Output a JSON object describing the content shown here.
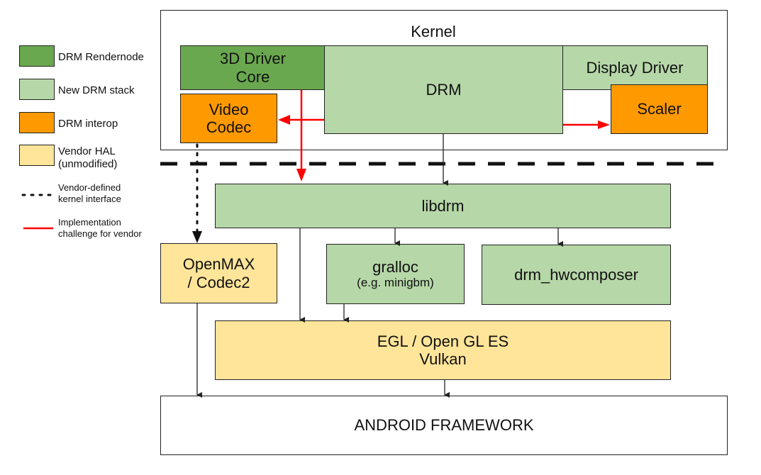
{
  "colors": {
    "drm_rendernode": "#6aa84f",
    "new_drm_stack": "#b6d7a8",
    "drm_interop": "#ff9900",
    "vendor_hal": "#ffe599",
    "challenge_line": "#ff0000",
    "line": "#222222"
  },
  "legend": {
    "items": [
      {
        "label": "DRM Rendernode",
        "color": "#6aa84f"
      },
      {
        "label": "New DRM stack",
        "color": "#b6d7a8"
      },
      {
        "label": "DRM interop",
        "color": "#ff9900"
      },
      {
        "label": "Vendor HAL\n(unmodified)",
        "line1": "Vendor HAL",
        "line2": "(unmodified)",
        "color": "#ffe599"
      }
    ],
    "dotted": {
      "line1": "Vendor-defined",
      "line2": "kernel interface"
    },
    "red": {
      "line1": "Implementation",
      "line2": "challenge for vendor"
    }
  },
  "kernel": {
    "title": "Kernel",
    "driver_core": {
      "line1": "3D Driver",
      "line2": "Core"
    },
    "drm": "DRM",
    "display_driver": "Display Driver",
    "video_codec": {
      "line1": "Video",
      "line2": "Codec"
    },
    "scaler": "Scaler"
  },
  "userspace": {
    "libdrm": "libdrm",
    "openmax": {
      "line1": "OpenMAX",
      "line2": "/ Codec2"
    },
    "gralloc": {
      "line1": "gralloc",
      "line2": "(e.g. minigbm)"
    },
    "hwcomposer": "drm_hwcomposer",
    "egl": {
      "line1": "EGL / Open GL ES",
      "line2": "Vulkan"
    },
    "framework": "ANDROID FRAMEWORK"
  }
}
